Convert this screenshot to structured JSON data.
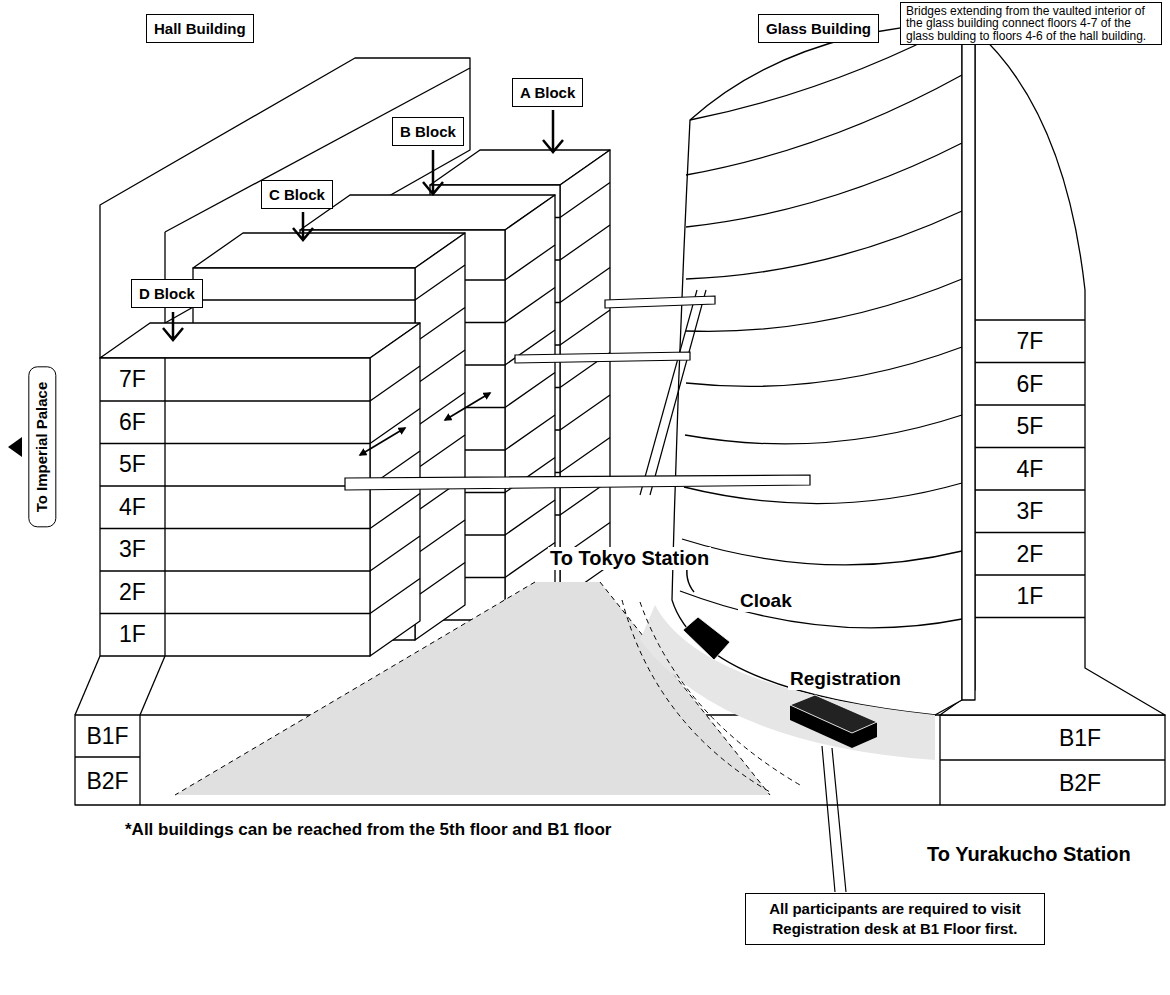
{
  "diagram": {
    "nodes": [
      {
        "text": [
          "Hall Building"
        ]
      },
      {
        "text": [
          "Glass Building"
        ]
      },
      {
        "text": [
          "Bridges extending from the vaulted interior of the glass building connect floors 4-7 of the glass bulding to floors 4-6 of the hall building."
        ]
      },
      {
        "text": [
          "A Block"
        ]
      },
      {
        "text": [
          "B Block"
        ]
      },
      {
        "text": [
          "C Block"
        ]
      },
      {
        "text": [
          "D Block"
        ]
      },
      {
        "text": [
          "To Imperial Palace"
        ]
      },
      {
        "text": [
          "All participants are required to visit Registration desk at B1 Floor first."
        ]
      }
    ],
    "labels": [
      "7F",
      "6F",
      "5F",
      "4F",
      "3F",
      "2F",
      "1F",
      "B1F",
      "B2F",
      "7F",
      "6F",
      "5F",
      "4F",
      "3F",
      "2F",
      "1F",
      "B1F",
      "B2F",
      "To Tokyo Station",
      "Cloak",
      "Registration",
      "*All buildings can be reached from the 5th floor and B1 floor",
      "To Yurakucho Station"
    ]
  }
}
